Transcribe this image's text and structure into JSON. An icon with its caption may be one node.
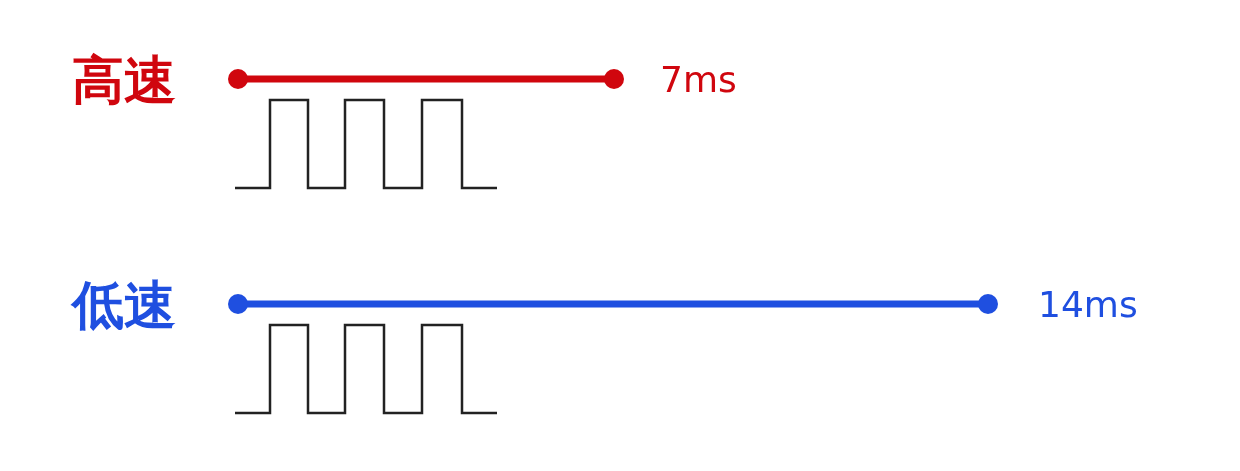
{
  "diagram": {
    "labels": [
      "高速",
      "7ms",
      "低速",
      "14ms"
    ]
  }
}
